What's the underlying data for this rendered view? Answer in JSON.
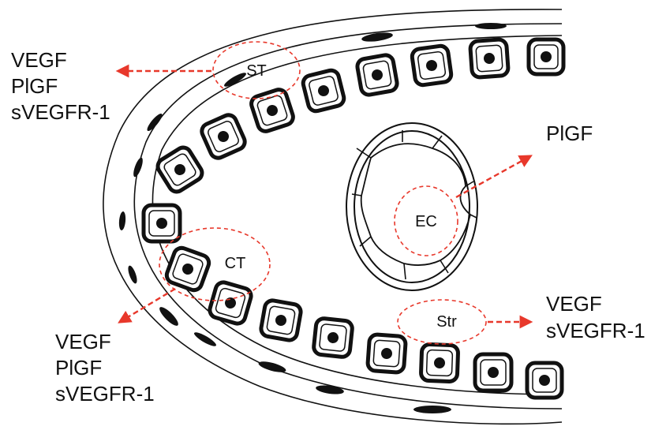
{
  "labels": {
    "st": "ST",
    "ct": "CT",
    "ec": "EC",
    "str": "Str"
  },
  "outputs": {
    "top_left": [
      "VEGF",
      "PlGF",
      "sVEGFR-1"
    ],
    "bottom_left": [
      "VEGF",
      "PlGF",
      "sVEGFR-1"
    ],
    "right_top": [
      "PlGF"
    ],
    "right_bottom": [
      "VEGF",
      "sVEGFR-1"
    ]
  },
  "colors": {
    "arrow": "#e8382b",
    "stroke": "#111111",
    "background": "#ffffff"
  }
}
